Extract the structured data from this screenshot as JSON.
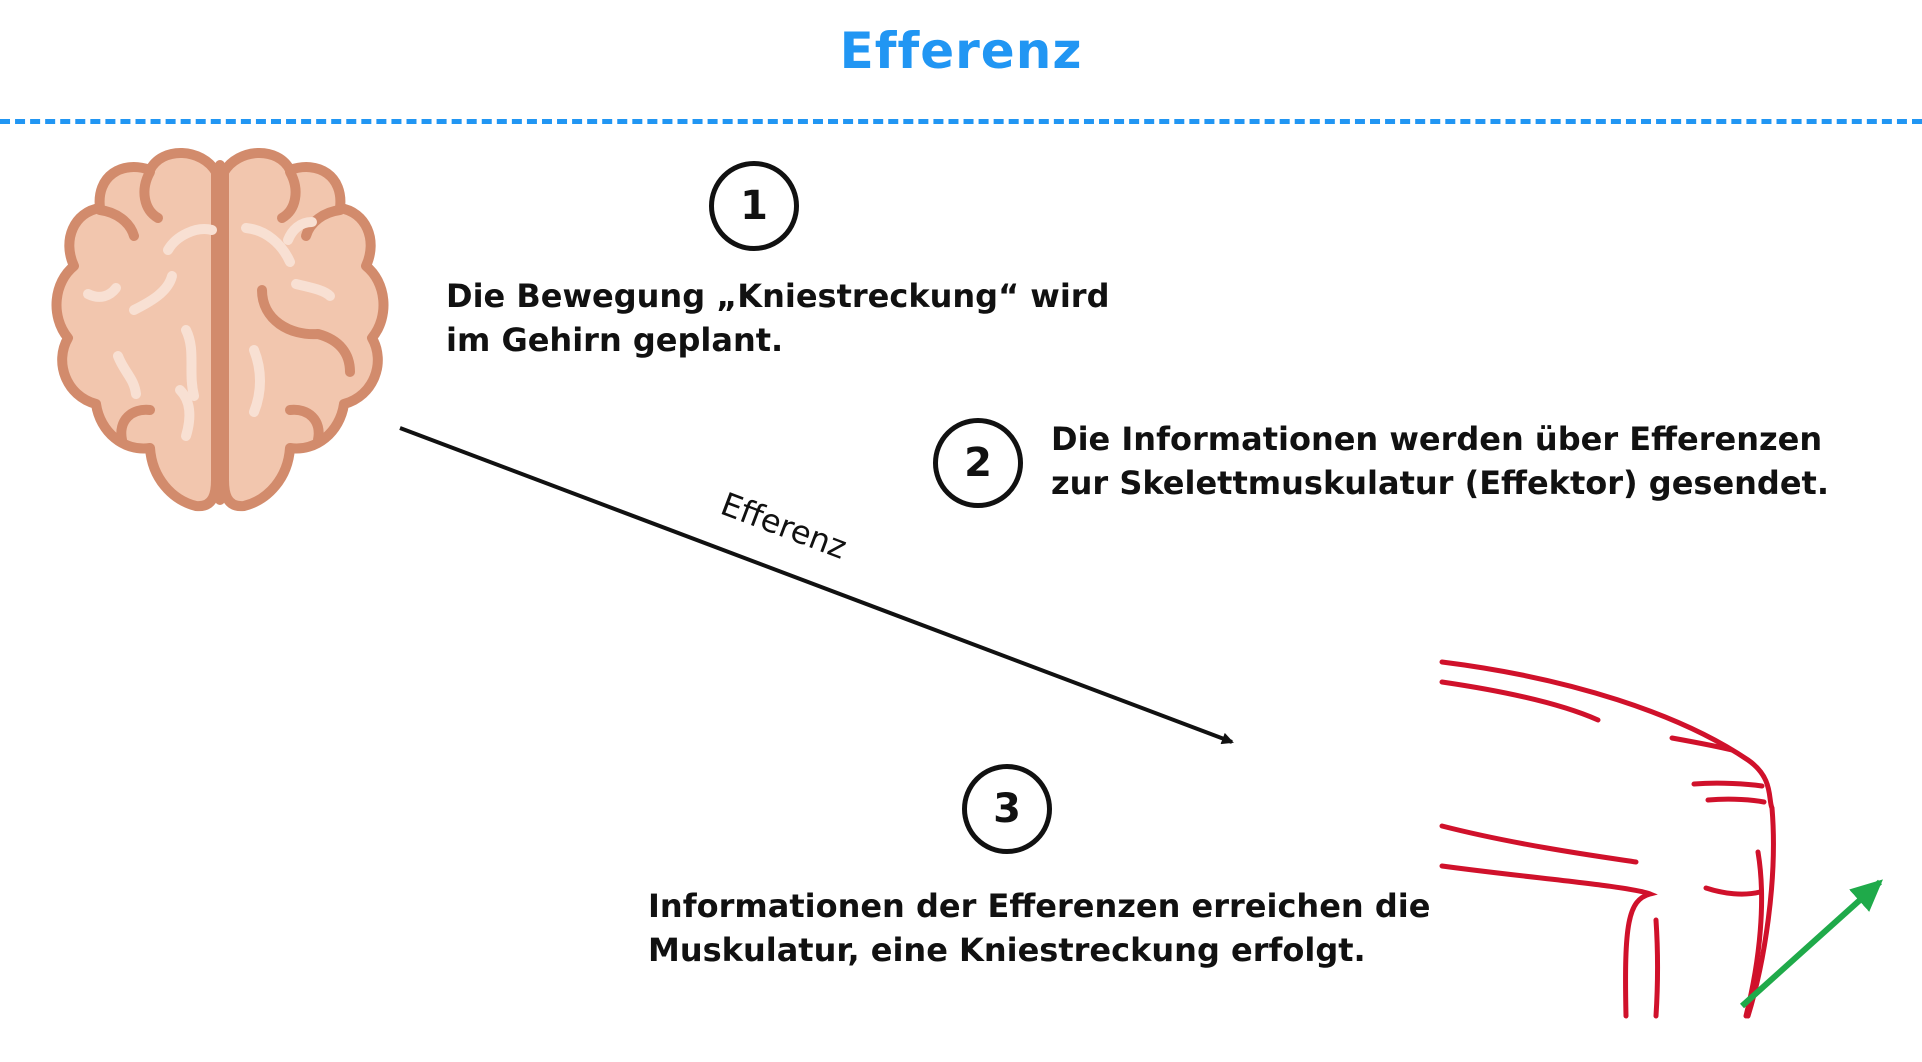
{
  "title": "Efferenz",
  "colors": {
    "accent": "#2196f3",
    "brain_fill": "#f2c6ae",
    "brain_outline": "#d28b6c",
    "brain_highlight": "#f8e0d3",
    "knee_lines": "#d0112b",
    "movement_arrow": "#1faa4a",
    "text": "#111111"
  },
  "steps": [
    {
      "number": "1",
      "lines": [
        "Die Bewegung „Kniestreckung“ wird",
        "im Gehirn geplant."
      ]
    },
    {
      "number": "2",
      "lines": [
        "Die Informationen werden über Efferenzen",
        "zur Skelettmuskulatur (Effektor) gesendet."
      ]
    },
    {
      "number": "3",
      "lines": [
        "Informationen der Efferenzen erreichen die",
        "Muskulatur, eine Kniestreckung erfolgt."
      ]
    }
  ],
  "arrow_label": "Efferenz",
  "icons": {
    "brain": "brain-icon",
    "knee": "knee-muscle-illustration",
    "extension": "extension-arrow-icon"
  }
}
